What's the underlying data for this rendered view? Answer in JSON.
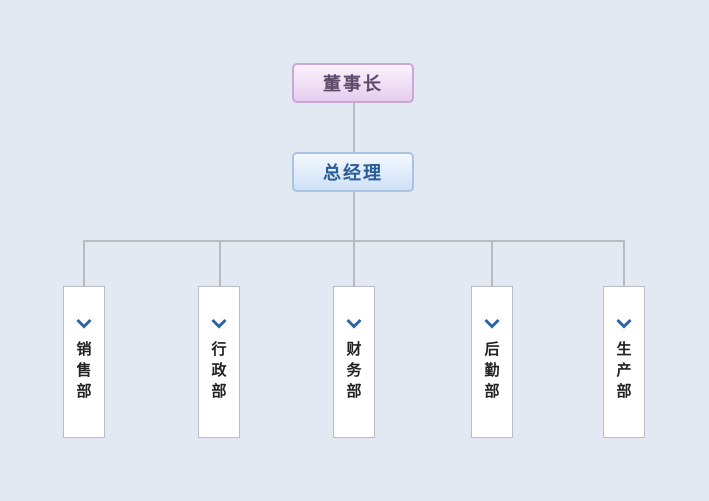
{
  "org_chart": {
    "chairman": "董事长",
    "general_manager": "总经理",
    "departments": [
      {
        "label": "销售部"
      },
      {
        "label": "行政部"
      },
      {
        "label": "财务部"
      },
      {
        "label": "后勤部"
      },
      {
        "label": "生产部"
      }
    ]
  },
  "colors": {
    "background": "#e3e9f2",
    "chairman_border": "#c9a8d6",
    "general_manager_border": "#a8c3e3",
    "connector": "#b9bcbf",
    "chevron": "#2f63a0"
  }
}
